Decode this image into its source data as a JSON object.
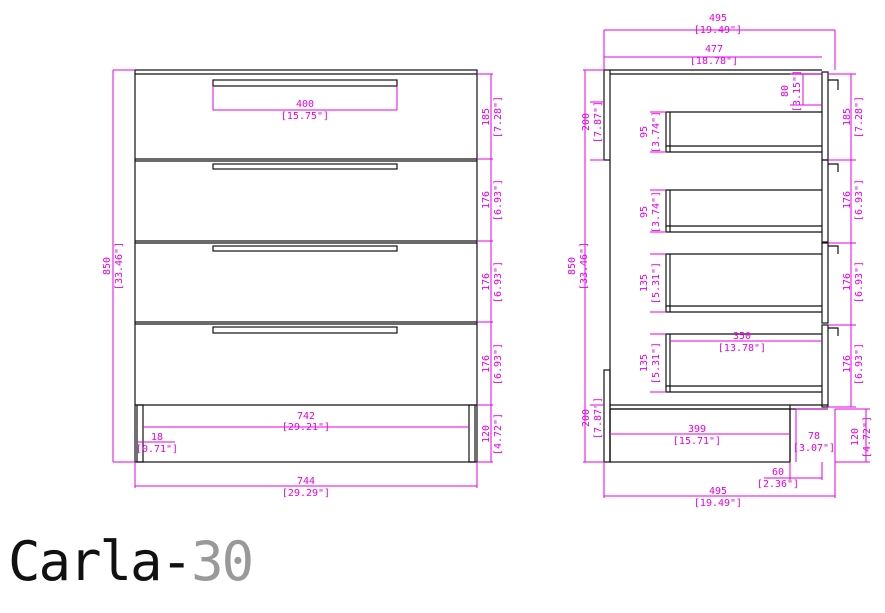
{
  "title": {
    "main": "Carla-",
    "sub": "30"
  },
  "colors": {
    "dimension": "#e600e6",
    "outline": "#111111",
    "title_sub": "#999999"
  },
  "front_view": {
    "handle_width": {
      "mm": "400",
      "in": "[15.75\"]"
    },
    "height_total": {
      "mm": "850",
      "in": "[33.46\"]"
    },
    "drawer1": {
      "mm": "185",
      "in": "[7.28\"]"
    },
    "drawer2": {
      "mm": "176",
      "in": "[6.93\"]"
    },
    "drawer3": {
      "mm": "176",
      "in": "[6.93\"]"
    },
    "drawer4": {
      "mm": "176",
      "in": "[6.93\"]"
    },
    "plinth": {
      "mm": "120",
      "in": "[4.72\"]"
    },
    "plinth_inner_width": {
      "mm": "742",
      "in": "[29.21\"]"
    },
    "side_thickness": {
      "mm": "18",
      "in": "[0.71\"]"
    },
    "width_total": {
      "mm": "744",
      "in": "[29.29\"]"
    }
  },
  "side_view": {
    "depth_total_top": {
      "mm": "495",
      "in": "[19.49\"]"
    },
    "depth_inner": {
      "mm": "477",
      "in": "[18.78\"]"
    },
    "depth_total_bottom": {
      "mm": "495",
      "in": "[19.49\"]"
    },
    "height_total": {
      "mm": "850",
      "in": "[33.46\"]"
    },
    "top_rail": {
      "mm": "200",
      "in": "[7.87\"]"
    },
    "bottom_rail": {
      "mm": "200",
      "in": "[7.87\"]"
    },
    "front_offset": {
      "mm": "80",
      "in": "[3.15\"]"
    },
    "box1_height": {
      "mm": "95",
      "in": "[3.74\"]"
    },
    "box2_height": {
      "mm": "95",
      "in": "[3.74\"]"
    },
    "box3_height": {
      "mm": "135",
      "in": "[5.31\"]"
    },
    "box4_height": {
      "mm": "135",
      "in": "[5.31\"]"
    },
    "box_depth": {
      "mm": "350",
      "in": "[13.78\"]"
    },
    "plinth_depth": {
      "mm": "399",
      "in": "[15.71\"]"
    },
    "plinth_setback": {
      "mm": "78",
      "in": "[3.07\"]"
    },
    "plinth_gap": {
      "mm": "60",
      "in": "[2.36\"]"
    },
    "drawer1": {
      "mm": "185",
      "in": "[7.28\"]"
    },
    "drawer2": {
      "mm": "176",
      "in": "[6.93\"]"
    },
    "drawer3": {
      "mm": "176",
      "in": "[6.93\"]"
    },
    "drawer4": {
      "mm": "176",
      "in": "[6.93\"]"
    },
    "plinth": {
      "mm": "120",
      "in": "[4.72\"]"
    }
  }
}
